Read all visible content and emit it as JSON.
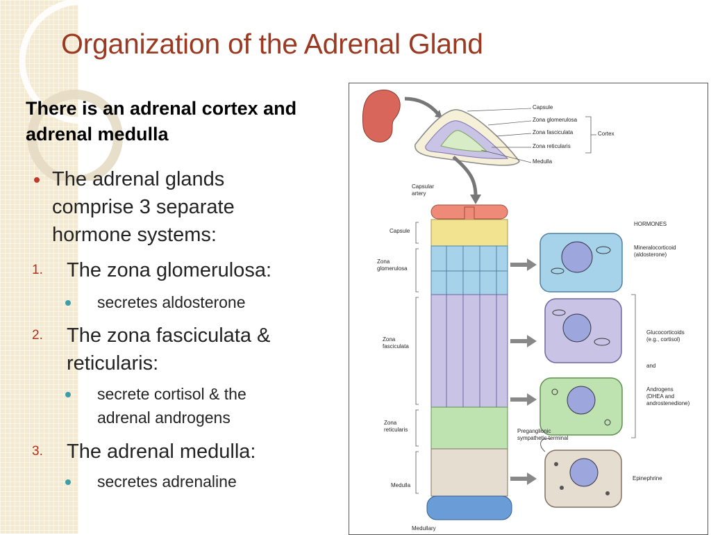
{
  "slide": {
    "title": "Organization of the Adrenal Gland",
    "subtitle": "There is an adrenal cortex and adrenal medulla",
    "intro_bullet": "The adrenal glands comprise 3 separate hormone systems:",
    "items": [
      {
        "number": "1.",
        "heading": "The zona glomerulosa:",
        "sub": "secretes aldosterone"
      },
      {
        "number": "2.",
        "heading": "The zona fasciculata & reticularis:",
        "sub": "secrete cortisol & the adrenal androgens"
      },
      {
        "number": "3.",
        "heading": "The adrenal medulla:",
        "sub": "secretes adrenaline"
      }
    ],
    "colors": {
      "title": "#9b3a22",
      "number": "#b0301f",
      "bullet_primary": "#c0392b",
      "bullet_secondary": "#3b9ea8",
      "background_strip": "#f4ead2"
    }
  },
  "diagram": {
    "top_labels": {
      "capsule": "Capsule",
      "zona_glomerulosa": "Zona glomerulosa",
      "zona_fasciculata": "Zona fasciculata",
      "zona_reticularis": "Zona reticularis",
      "medulla": "Medulla",
      "cortex": "Cortex"
    },
    "side_labels": {
      "capsular_artery": "Capsular\nartery",
      "capsule": "Capsule",
      "zona_glomerulosa": "Zona\nglomerulosa",
      "zona_fasciculata": "Zona\nfasciculata",
      "zona_reticularis": "Zona\nreticularis",
      "medulla": "Medulla",
      "medullary": "Medullary"
    },
    "hormones": {
      "header": "HORMONES",
      "mineralocorticoid": "Mineralocorticoid\n(aldosterone)",
      "glucocorticoids": "Glucocorticoids\n(e.g., cortisol)",
      "and": "and",
      "androgens": "Androgens\n(DHEA and\nandrostenedione)",
      "preganglionic": "Preganglionic\nsympathetic terminal",
      "epinephrine": "Epinephrine"
    },
    "colors": {
      "kidney": "#d9665a",
      "capsule": "#f1e38f",
      "artery": "#f08a78",
      "glomerulosa": "#a6d3ea",
      "fasciculata": "#c9c3e6",
      "reticularis": "#bfe3b0",
      "medulla": "#e5ddd0",
      "vein": "#6a9cd8"
    }
  }
}
